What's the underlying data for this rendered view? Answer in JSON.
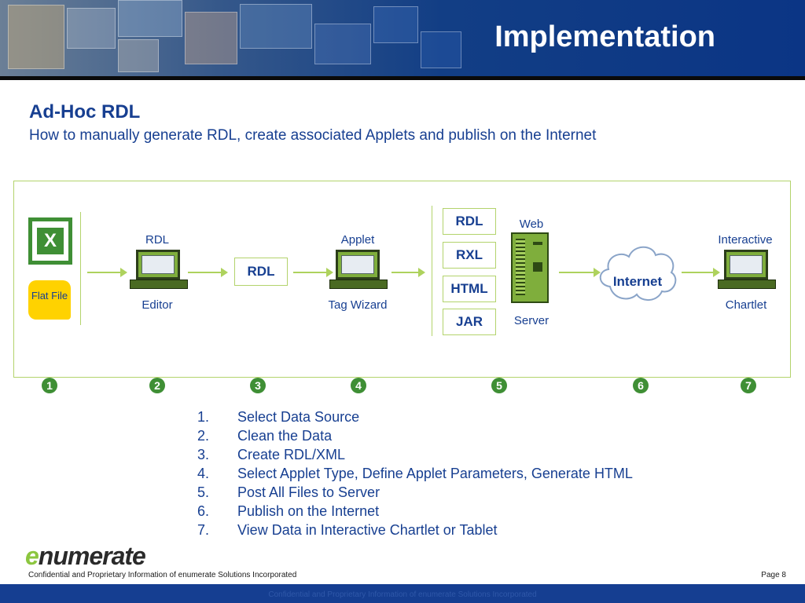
{
  "header": {
    "title": "Implementation"
  },
  "section": {
    "heading": "Ad-Hoc RDL",
    "subheading": "How to manually generate RDL, create associated Applets and publish on the Internet"
  },
  "diagram": {
    "flat_file_label": "Flat File",
    "editor_top": "RDL",
    "editor_bottom": "Editor",
    "rdl_box": "RDL",
    "wizard_top": "Applet",
    "wizard_bottom": "Tag Wizard",
    "outputs": [
      "RDL",
      "RXL",
      "HTML",
      "JAR"
    ],
    "server_top": "Web",
    "server_bottom": "Server",
    "cloud_label": "Internet",
    "chartlet_top": "Interactive",
    "chartlet_bottom": "Chartlet",
    "steps": [
      "1",
      "2",
      "3",
      "4",
      "5",
      "6",
      "7"
    ]
  },
  "steps_list": [
    {
      "num": "1.",
      "text": "Select Data Source"
    },
    {
      "num": "2.",
      "text": "Clean the Data"
    },
    {
      "num": "3.",
      "text": "Create RDL/XML"
    },
    {
      "num": "4.",
      "text": "Select Applet Type, Define Applet Parameters, Generate HTML"
    },
    {
      "num": "5.",
      "text": "Post All Files to Server"
    },
    {
      "num": "6.",
      "text": "Publish on the Internet"
    },
    {
      "num": "7.",
      "text": "View Data in Interactive Chartlet or Tablet"
    }
  ],
  "footer": {
    "logo_first": "e",
    "logo_rest": "numerate",
    "confidential": "Confidential and Proprietary Information of enumerate Solutions Incorporated",
    "page": "Page 8",
    "ghost_text": "Confidential and Proprietary Information of enumerate Solutions Incorporated"
  },
  "colors": {
    "accent": "#173f91",
    "green": "#3f8f35",
    "frame": "#b3d36c"
  }
}
